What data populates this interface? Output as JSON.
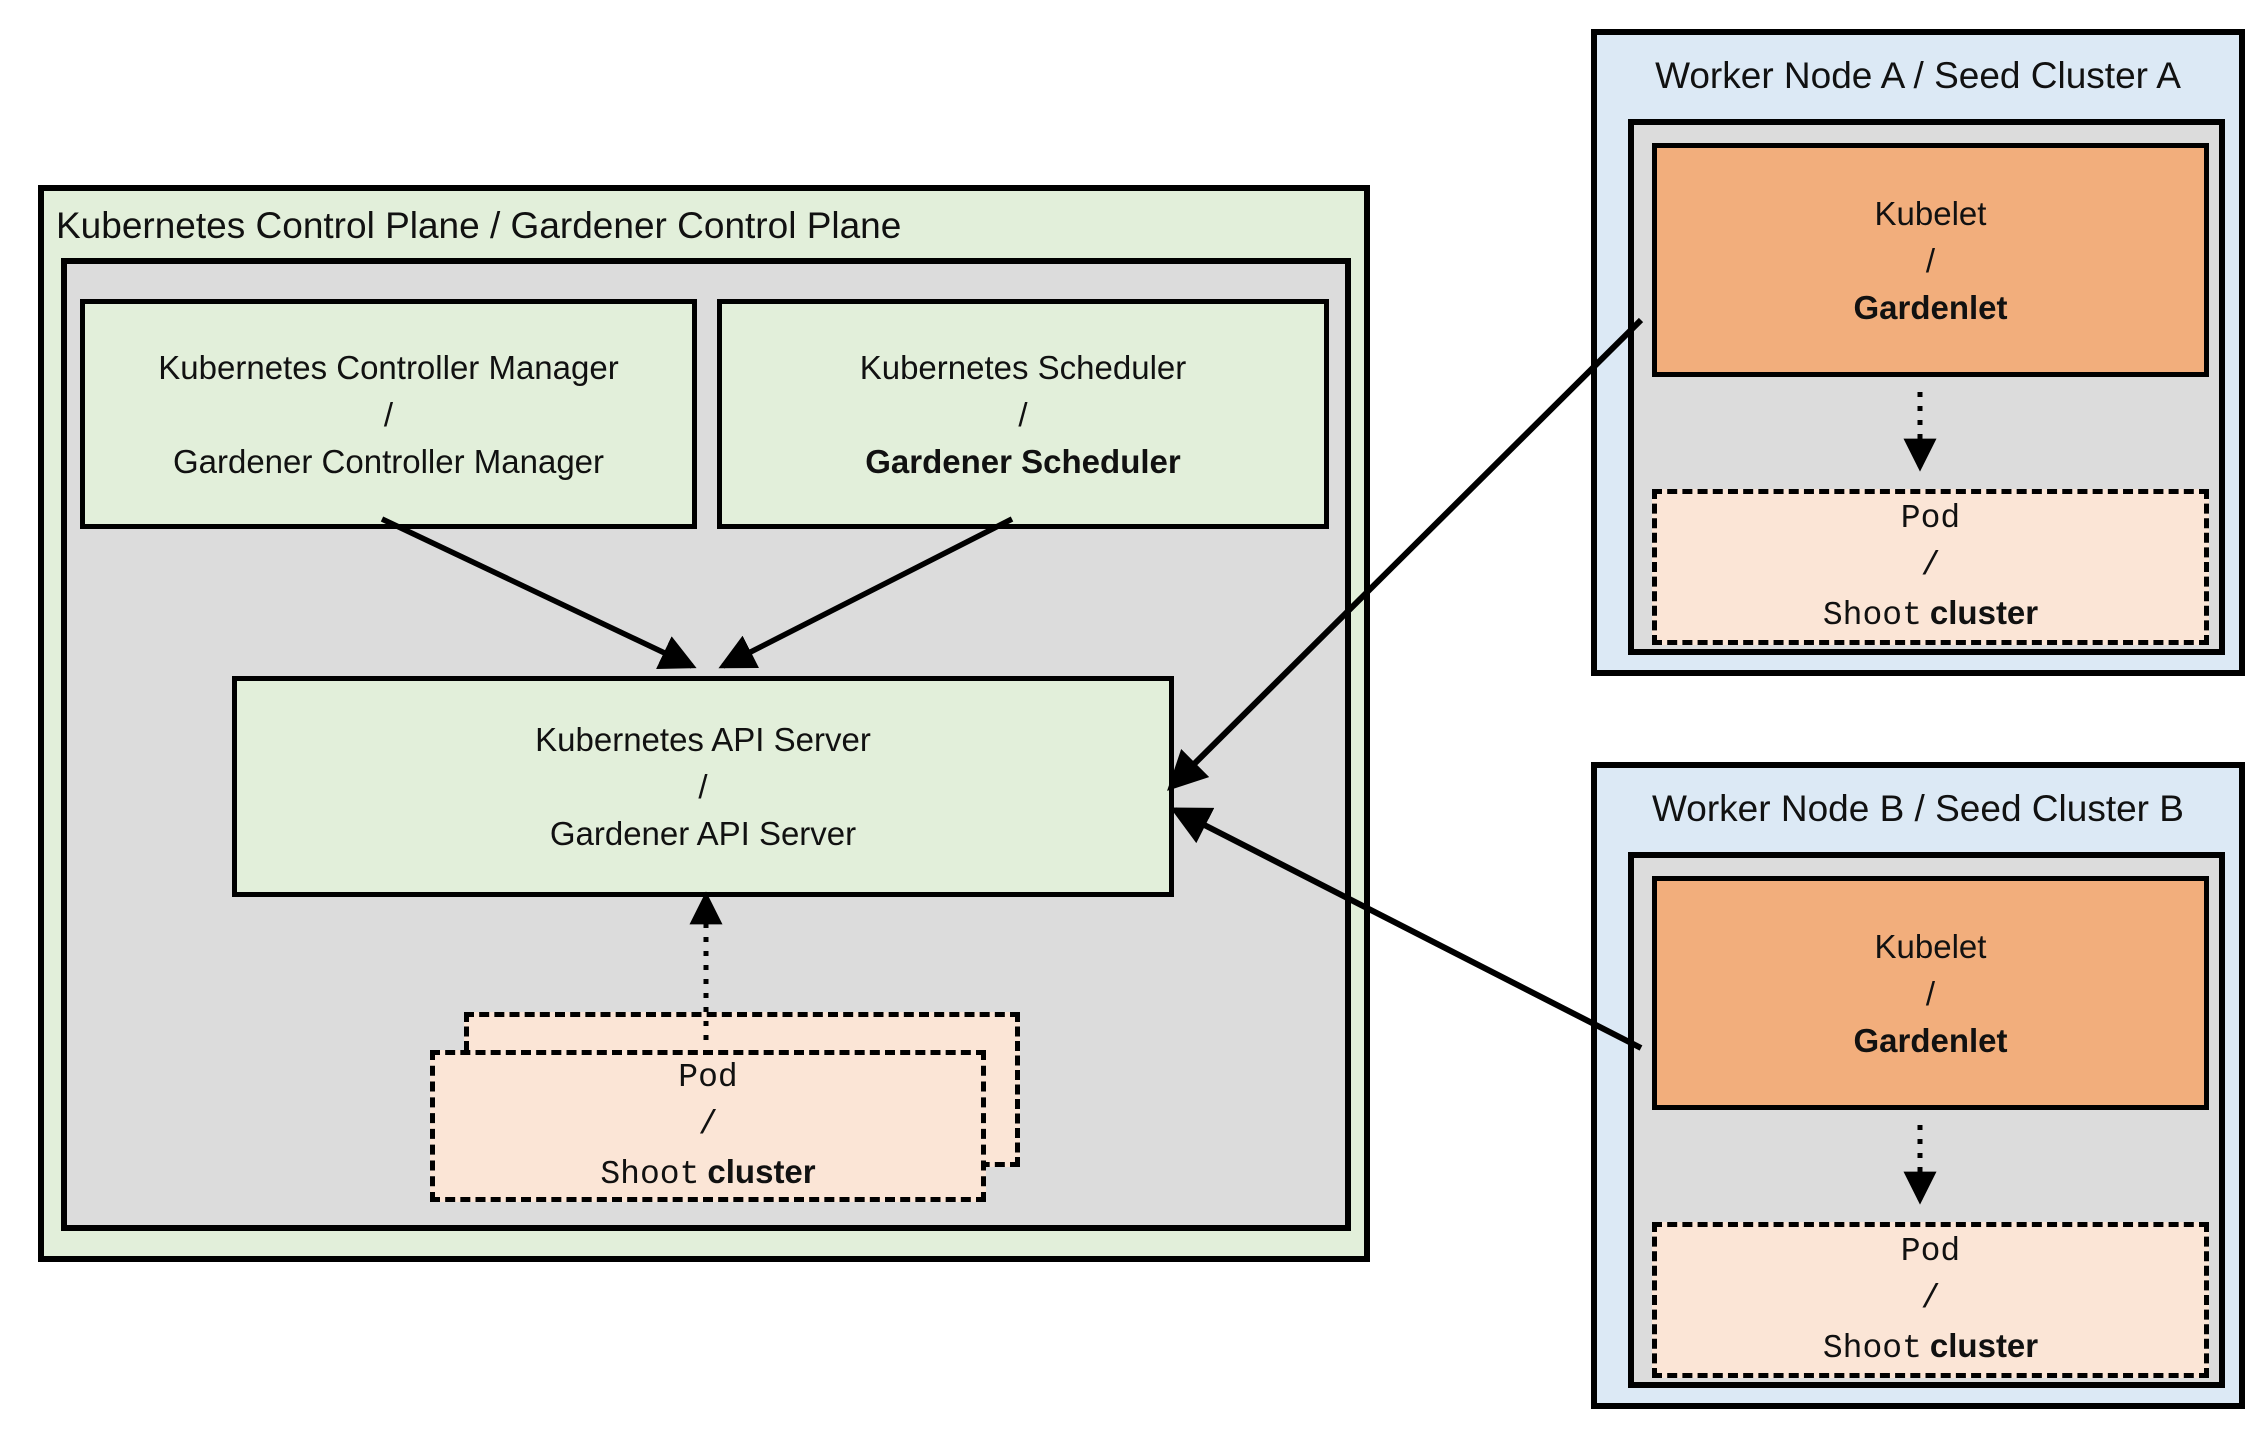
{
  "colors": {
    "panel-green": "#e2efda",
    "panel-gray": "#dcdcdc",
    "panel-blue": "#dce9f5",
    "box-orange": "#f2ae7c",
    "box-peach": "#fbe5d6",
    "line-black": "#000000"
  },
  "control_plane": {
    "title": "Kubernetes Control Plane / Gardener Control Plane",
    "controller_manager": {
      "kubernetes": "Kubernetes Controller Manager",
      "separator": "/",
      "gardener": "Gardener Controller Manager"
    },
    "scheduler": {
      "kubernetes": "Kubernetes Scheduler",
      "separator": "/",
      "gardener": "Gardener Scheduler"
    },
    "api_server": {
      "kubernetes": "Kubernetes API Server",
      "separator": "/",
      "gardener": "Gardener API Server"
    },
    "pod": {
      "pod": "Pod",
      "separator": "/",
      "shoot": "Shoot",
      "cluster": "cluster"
    }
  },
  "worker_node_a": {
    "title": "Worker Node A / Seed Cluster A",
    "kubelet": {
      "kubernetes": "Kubelet",
      "separator": "/",
      "gardener": "Gardenlet"
    },
    "pod": {
      "pod": "Pod",
      "separator": "/",
      "shoot": "Shoot",
      "cluster": "cluster"
    }
  },
  "worker_node_b": {
    "title": "Worker Node B / Seed Cluster B",
    "kubelet": {
      "kubernetes": "Kubelet",
      "separator": "/",
      "gardener": "Gardenlet"
    },
    "pod": {
      "pod": "Pod",
      "separator": "/",
      "shoot": "Shoot",
      "cluster": "cluster"
    }
  }
}
